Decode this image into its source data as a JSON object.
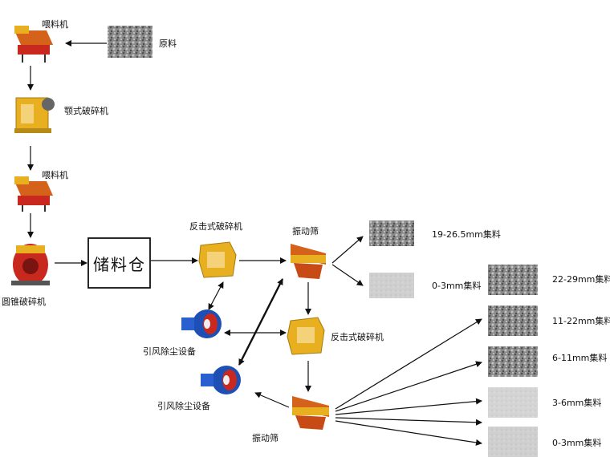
{
  "raw_material": "原料",
  "feeder_1": "喂料机",
  "jaw_crusher": "颚式破碎机",
  "feeder_2": "喂料机",
  "cone_crusher": "圆锥破碎机",
  "storage_bin": "储料仓",
  "impact_crusher_1": "反击式破碎机",
  "vibrating_screen_1": "振动筛",
  "impact_crusher_2": "反击式破碎机",
  "vibrating_screen_2": "振动筛",
  "dust_collector_1": "引风除尘设备",
  "dust_collector_2": "引风除尘设备",
  "outputs_screen1": [
    "19-26.5mm集料",
    "0-3mm集料"
  ],
  "outputs_screen2": [
    "22-29mm集料",
    "11-22mm集料",
    "6-11mm集料",
    "3-6mm集料",
    "0-3mm集料"
  ],
  "colors": {
    "machine_yellow": "#e8b020",
    "machine_orange": "#d4621a",
    "machine_red": "#c8281e",
    "dust_blue": "#1e4fb4",
    "gravel": "#8a8a8a",
    "sand": "#cfcfcf"
  }
}
